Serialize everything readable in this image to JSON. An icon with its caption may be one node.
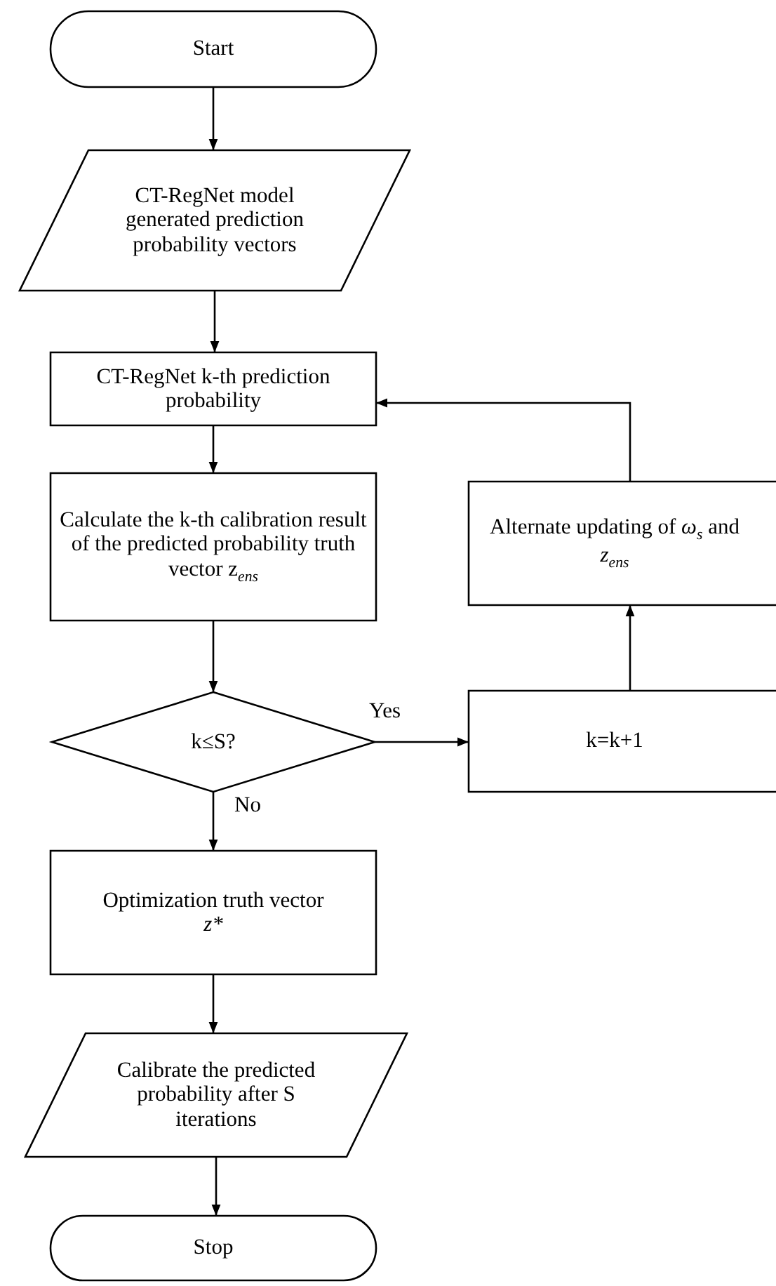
{
  "diagram": {
    "nodes": [
      {
        "text": [
          "Start"
        ]
      },
      {
        "text": [
          "CT-RegNet model generated prediction probability vectors"
        ]
      },
      {
        "text": [
          "CT-RegNet k-th prediction probability"
        ]
      },
      {
        "text": [
          "Calculate the k-th calibration result of the predicted probability truth vector z$_{ens}$"
        ]
      },
      {
        "text": [
          "Alternate updating of *ω*$_{s}$ and *z*$_{ens}$"
        ]
      },
      {
        "text": [
          "k≤S?"
        ]
      },
      {
        "text": [
          "k=k+1"
        ]
      },
      {
        "text": [
          "Optimization truth vector",
          "z*"
        ]
      },
      {
        "text": [
          "Calibrate the predicted probability after S iterations"
        ]
      },
      {
        "text": [
          "Stop"
        ]
      }
    ],
    "edges": [
      {
        "from": 0,
        "to": 1,
        "arrow": "to"
      },
      {
        "from": 1,
        "to": 2,
        "arrow": "to"
      },
      {
        "from": 2,
        "to": 3,
        "arrow": "to"
      },
      {
        "from": 3,
        "to": 5,
        "arrow": "to"
      },
      {
        "from": 5,
        "to": 6,
        "arrow": "to",
        "label": "Yes"
      },
      {
        "from": 6,
        "to": 4,
        "arrow": "to"
      },
      {
        "from": 4,
        "to": 2,
        "arrow": "to"
      },
      {
        "from": 5,
        "to": 7,
        "arrow": "to",
        "label": "No"
      },
      {
        "from": 7,
        "to": 8,
        "arrow": "to"
      },
      {
        "from": 8,
        "to": 9,
        "arrow": "to"
      }
    ]
  }
}
